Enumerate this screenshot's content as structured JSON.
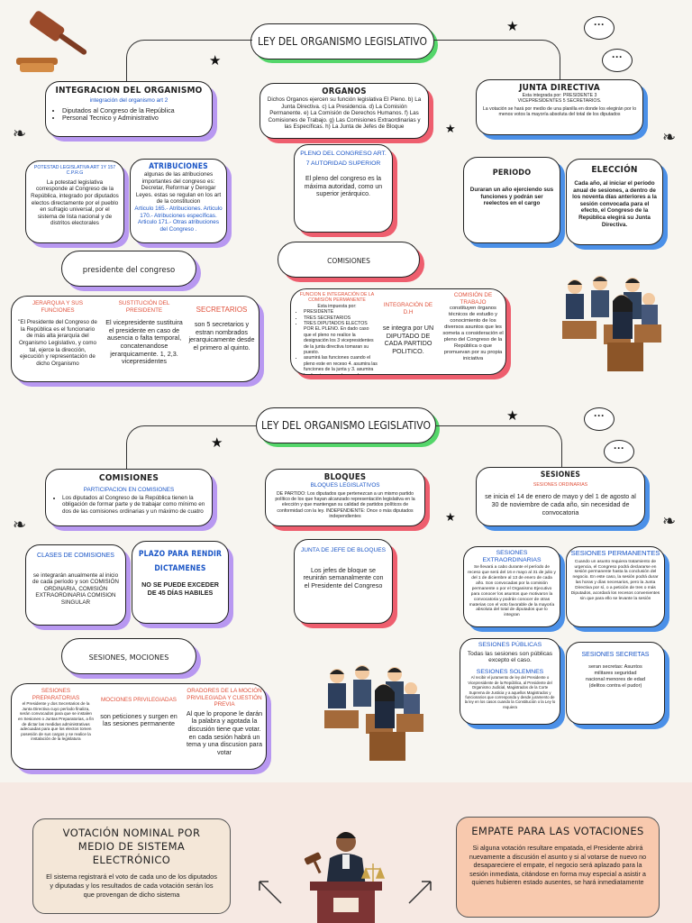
{
  "top": {
    "title": "LEY DEL ORGANISMO LEGISLATIVO",
    "integracion": {
      "title": "INTEGRACION DEL ORGANISMO",
      "subtitle": "integración del organismo art 2",
      "items": [
        "Diputados al Congreso de la República",
        "Personal Tecnico y Administrativo"
      ]
    },
    "potestad": {
      "title": "POTESTAD LEGISLATIVA ART 1Y 157 C.P.R.G",
      "body": "La potestad legislativa corresponde al Congreso de la República, integrado por diputados electos directamente por el pueblo en sufragio universal, por el sistema de lista nacional y de distritos electorales"
    },
    "atribuciones": {
      "title": "ATRIBUCIONES",
      "body": "algunas de las atribuciones importantes del congreso es: Decretar, Reformar y Derogar Leyes. estas se regulan en los art de la constitucion",
      "links": "Articulo 165.- Atribuciones. Articulo 170.- Atribuciones específicas. Articulo 171.- Otras atribuciones del Congreso ."
    },
    "organos": {
      "title": "ORGANOS",
      "body": "Dichos Organos ejercen su función legislativa El Pleno. b) La Junta Directiva. c) La Presidencia. d) La Comisión Permanente. e) La Comisión de Derechos Humanos. f) Las Comisiones de Trabajo. g) Las Comisiones Extraordinarias y las Específicas. h) La Junta de Jefes de Bloque"
    },
    "pleno": {
      "title": "PLENO DEL CONGRESO ART. 7 AUTORIDAD SUPERIOR",
      "body": "El pleno del congreso es la máxima autoridad, como un superior jerárquico."
    },
    "comisiones": {
      "title": "COMISIONES"
    },
    "junta": {
      "title": "JUNTA DIRECTIVA",
      "body": "Esta integrada por: PRESIDENTE 3 VICEPRESIDENTES 5 SECRETARIOS.",
      "note": "La votación se hará por medio de una planilla en donde los elegirán por lo menos votos la mayoría absoluta del total de los diputados"
    },
    "periodo": {
      "title": "PERIODO",
      "body": "Duraran un año ejerciendo sus funciones y podrán ser reelectos en el cargo"
    },
    "eleccion": {
      "title": "ELECCIÓN",
      "body": "Cada año, al iniciar el período anual de sesiones, a dentro de los noventa días anteriores a la sesión convocada para el efecto, el Congreso de la República elegirá su Junta Directiva."
    },
    "presidente": {
      "title": "presidente del congreso"
    },
    "jerarquia": {
      "title": "JERARQUIA Y SUS FUNCIONES",
      "body": "\"El Presidente del Congreso de la República es el funcionario de más alta jerarquía del Organismo Legislativo, y como tal, ejerce la dirección, ejecución y representación de dicho Organismo"
    },
    "sustitucion": {
      "title": "SUSTITUCIÓN DEL PRESIDENTE",
      "body": "El vicepresidente sustituira el presidente en caso de ausencia o falta temporal, concatenandose jerarquicamente. 1, 2,3. vicepresidentes"
    },
    "secretarios": {
      "title": "SECRETARIOS",
      "body": "son 5 secretarios y estran nombrados jerarquicamente desde el primero al quinto."
    },
    "funcion_comision": {
      "title": "FUNCION E INTEGRACIÓN DE LA COMISIÓN PERMANENTE",
      "intro": "Esta impuesta por:",
      "items": [
        "PRESIDENTE",
        "TRES SECRETARIOS",
        "TRES DIPUTADOS ELECTOS POR EL PLENO. En dado caso que el pleno no realice la designación los 3 vicepresidentes de la junta directiva tomaran su puesto.",
        "asumirá las funciones cuando el pleno este en receso 4. asumira las funciones de la junta y 3. asumira las funciones que la p.c.g le designe"
      ]
    },
    "integracion_dh": {
      "title": "INTEGRACIÓN DE D.H",
      "body": "se integra por UN DIPUTADO DE CADA PARTIDO POLITICO."
    },
    "comision_trabajo": {
      "title": "COMISIÓN DE TRABAJO",
      "body": "constituyen órganos técnicos de estudio y conocimiento de los diversos asuntos que les someta a consideración el pleno del Congreso de la República o que promuevan por su propia iniciativa"
    }
  },
  "bottom": {
    "title": "LEY DEL ORGANISMO LEGISLATIVO",
    "comisiones": {
      "title": "COMISIONES",
      "subtitle": "PARTICIPACION EN COMISIONES",
      "items": [
        "Los diputados al Congreso de la República tienen la obligación de formar parte y de trabajar como mínimo en dos de las comisiones ordinarias y un máximo de cuatro"
      ]
    },
    "clases": {
      "title": "CLASES DE COMISIONES",
      "body": "se integrarán anualmente al inicio de cada período y son COMISIÓN ORDINARIA, COMISIÓN EXTRAORDINARIA COMISION SINGULAR"
    },
    "plazo": {
      "title": "PLAZO PARA RENDIR DICTAMENES",
      "body": "NO SE PUEDE EXCEDER DE 45 DÍAS HABILES"
    },
    "bloques": {
      "title": "BLOQUES",
      "subtitle": "BLOQUES LEGISLATIVOS",
      "body": "DE PARTIDO: Los diputados que pertenezcan a un mismo partido político de los que hayan alcanzado representación legislativa en la elección y que mantengan su calidad de partidos políticos de conformidad con la ley. INDEPENDIENTE: Once o más diputados independientes"
    },
    "junta_jefes": {
      "title": "JUNTA DE JEFE DE BLOQUES",
      "body": "Los jefes de bloque se reunirán semanalmente con el Presidente del Congreso"
    },
    "sesiones": {
      "title": "SESIONES",
      "subtitle": "SESIONES ORDINARIAS",
      "body": "se inicia el 14 de enero de mayo y del 1 de agosto al 30 de noviembre de cada año, sin necesidad de convocatoria"
    },
    "extraordinarias": {
      "title": "SESIONES EXTRAORDINARIAS",
      "body": "Se llevará a cabo durante el período de receso que será del 16 e mayo al 31 de julio y del 1 de diciembre al 13 de enero de cada año. Son convocadas por la comisión permanente o por el Organismo Ejecutivo para conocer los asuntos que motivaron la convocatoria y podrán conocer de otras materias con el voto favorable de la mayoría absoluta del total de diputados que lo integran"
    },
    "permanentes": {
      "title": "SESIONES PERMANENTES",
      "body": "Cuando un asunto requiera tratamiento de urgencia, el Congreso podrá declararse en sesión permanente hasta la conclusión del negocio. En este caso, la sesión podrá durar las horas y días necesarios, pero la Junta Directiva por sí, o a petición de tres o más Diputados, acordará los recesos convenientes sin que para ello se levante la sesión"
    },
    "publicas": {
      "title": "SESIONES PÚBLICAS",
      "body": "Todas las sesiones son públicas excepto el caso."
    },
    "solemnes": {
      "title": "SESIONES SOLEMNES",
      "body": "Al recibir el juramento de ley del Presidente o Vicepresidente de la República, al Presidente del Organismo Judicial, Magistrados de la Corte Suprema de Justicia y a aquellos Magistrados y funcionarios que corresponda y desde juramento de la ley en los casos cuando la Constitución o la Ley lo requiera"
    },
    "secretas": {
      "title": "SESIONES SECRETAS",
      "body": "seran secretas: Asuntos militares seguridad nacional menores de edad (delitos contra el pudor)"
    },
    "sesiones_mociones": {
      "title": "SESIONES, MOCIONES"
    },
    "preparatorias": {
      "title": "SESIONES PREPARATORIAS",
      "body": "el Presidente y dos Secretarios de la Junta Directiva cuyo período finaliza, serán convocados para que se instalen en Sesiones o Juntas Preparatorias, a fin de dictar las medidas administrativas adecuadas para que los electos tomen posesión de sus cargos y se realice la instalación de la legislatura"
    },
    "privilegiadas": {
      "title": "MOCIONES PRIVILEGIADAS",
      "body": "son peticiones y surgen en las sesiones permanente"
    },
    "oradores": {
      "title": "ORADORES DE LA MOCIÓN PRIVILEGIADA Y CUESTIÓN PREVIA",
      "body": "Al que lo propone le darán la palabra y agotada la discusión tiene que votar. en cada sesión habrá un tema y una discusion para votar"
    }
  },
  "votes": {
    "nominal": {
      "title": "VOTACIÓN NOMINAL POR MEDIO DE SISTEMA ELECTRÓNICO",
      "body": "El sistema registrará el voto de cada uno de los diputados y diputadas y los resultados de cada votación serán los que provengan de dicho sistema"
    },
    "empate": {
      "title": "EMPATE PARA LAS VOTACIONES",
      "body": "Si alguna votación resultare empatada, el Presidente abrirá nuevamente a discusión el asunto y si al votarse de nuevo no desapareciere el empate, el negocio será aplazado para la sesión inmediata, citándose en forma muy especial a asistir a quienes hubieren estado ausentes, se hará inmediatamente"
    }
  },
  "colors": {
    "green": "#54d66a",
    "purple": "#b898f1",
    "red": "#ee5e6e",
    "blue": "#4b90e8",
    "yellow": "#f5d04f"
  },
  "icons": [
    "gavel-icon",
    "speech-bubble-icon",
    "star-icon",
    "congress-people-illustration",
    "judge-illustration",
    "arrow-icon"
  ]
}
